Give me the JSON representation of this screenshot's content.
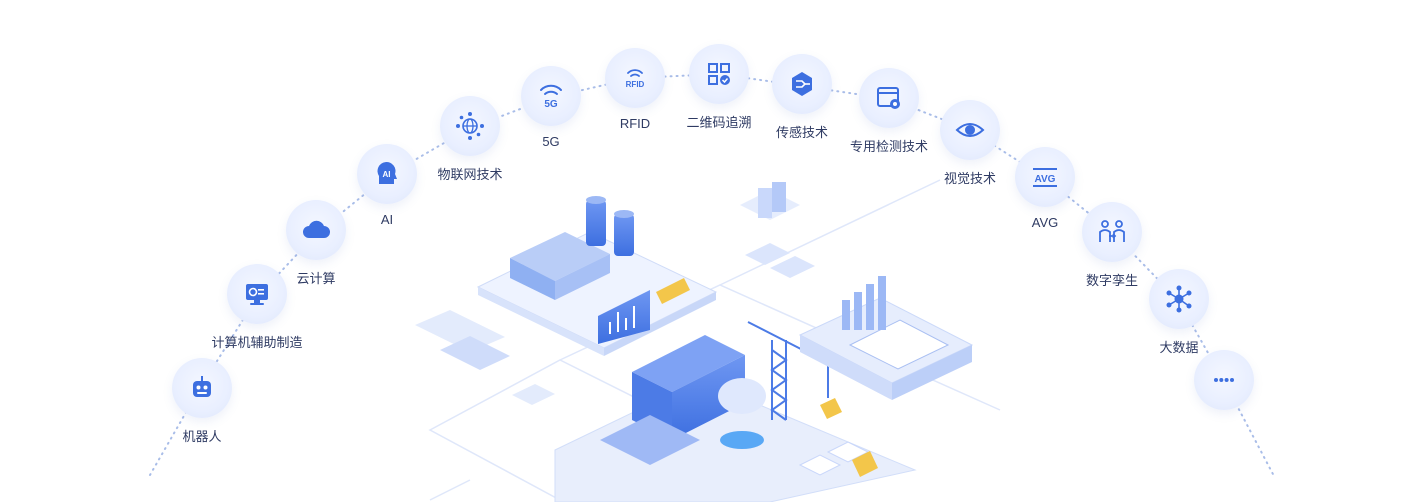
{
  "colors": {
    "icon_blue": "#3d6fe0",
    "label_text": "#2f3b63",
    "arc_dots": "#a9bde8"
  },
  "nodes": [
    {
      "label": "机器人",
      "icon": "robot-icon"
    },
    {
      "label": "计算机辅助制造",
      "icon": "computer-icon"
    },
    {
      "label": "云计算",
      "icon": "cloud-icon"
    },
    {
      "label": "AI",
      "icon": "ai-head-icon"
    },
    {
      "label": "物联网技术",
      "icon": "iot-globe-icon"
    },
    {
      "label": "5G",
      "icon": "5g-wifi-icon"
    },
    {
      "label": "RFID",
      "icon": "rfid-icon"
    },
    {
      "label": "二维码追溯",
      "icon": "qr-code-icon"
    },
    {
      "label": "传感技术",
      "icon": "sensor-icon"
    },
    {
      "label": "专用检测技术",
      "icon": "detection-window-icon"
    },
    {
      "label": "视觉技术",
      "icon": "eye-icon"
    },
    {
      "label": "AVG",
      "icon": "avg-icon"
    },
    {
      "label": "数字孪生",
      "icon": "digital-twin-icon"
    },
    {
      "label": "大数据",
      "icon": "big-data-network-icon"
    },
    {
      "label": "",
      "icon": "more-dots-icon"
    }
  ],
  "icon_text": {
    "ai": "AI",
    "fiveg": "5G",
    "rfid": "RFID",
    "avg": "AVG"
  }
}
